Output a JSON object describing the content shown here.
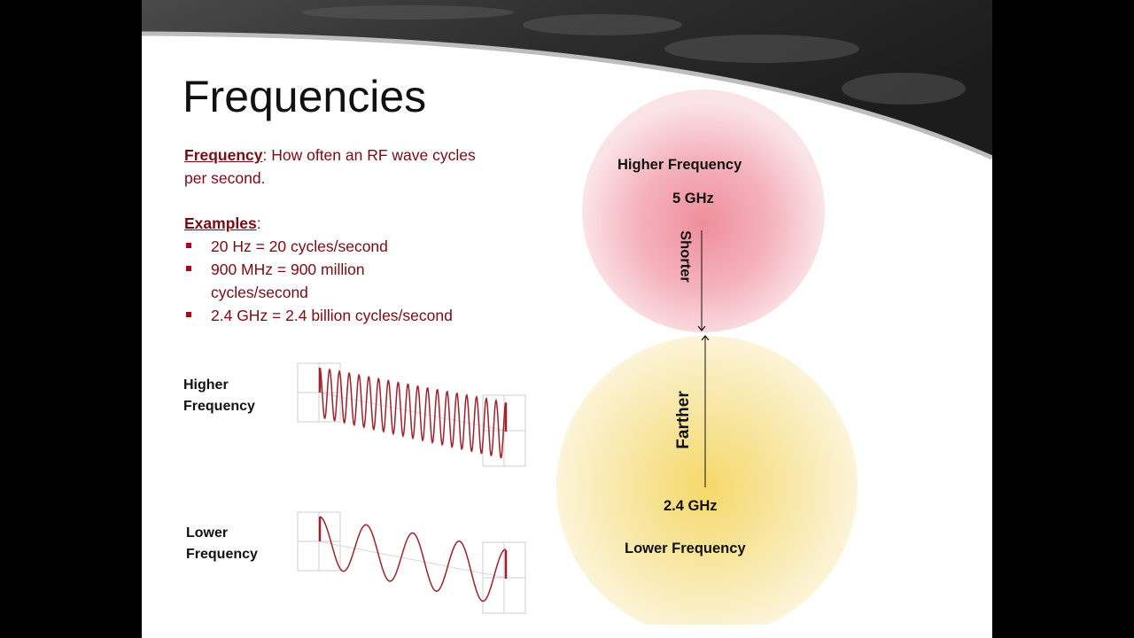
{
  "slide": {
    "title": "Frequencies",
    "definition": {
      "term": "Frequency",
      "text": ": How often an RF wave cycles per second."
    },
    "examples": {
      "heading": "Examples",
      "heading_suffix": ":",
      "items": [
        "20 Hz = 20 cycles/second",
        "900 MHz = 900 million cycles/second",
        "2.4 GHz = 2.4 billion cycles/second"
      ]
    },
    "waves": {
      "higher_label_line1": "Higher",
      "higher_label_line2": "Frequency",
      "lower_label_line1": "Lower",
      "lower_label_line2": "Frequency"
    },
    "diagram": {
      "top_circle_title": "Higher Frequency",
      "top_circle_value": "5 GHz",
      "top_arrow_label": "Shorter",
      "bottom_arrow_label": "Farther",
      "bottom_circle_value": "2.4 GHz",
      "bottom_circle_title": "Lower Frequency"
    },
    "colors": {
      "accent": "#7a0a14",
      "bullet": "#b0001a",
      "wave": "#a0202c",
      "top_circle": "#ef8e9c",
      "bottom_circle": "#f5d86a"
    }
  }
}
